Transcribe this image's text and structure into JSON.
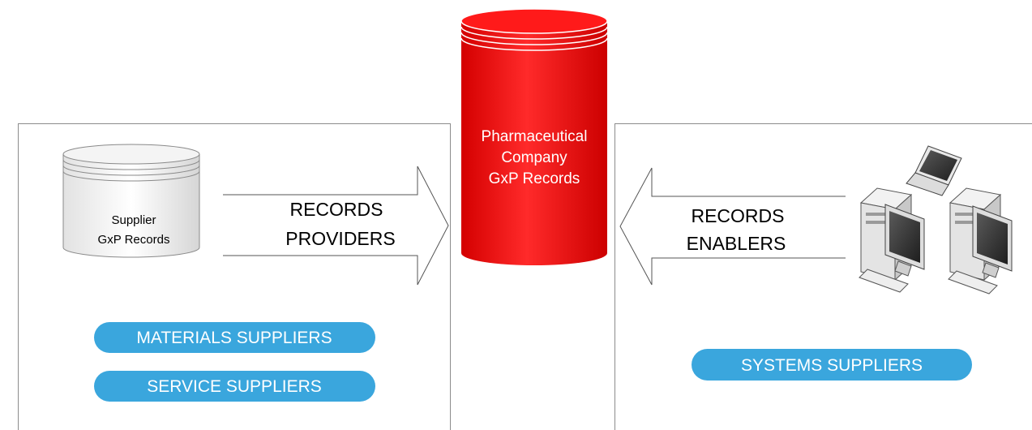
{
  "central_db": {
    "lines": [
      "Pharmaceutical",
      "Company",
      "GxP Records"
    ],
    "color": "#ff0000"
  },
  "supplier_db": {
    "lines": [
      "Supplier",
      "GxP Records"
    ]
  },
  "left_arrow": {
    "lines": [
      "RECORDS",
      "PROVIDERS"
    ]
  },
  "right_arrow": {
    "lines": [
      "RECORDS",
      "ENABLERS"
    ]
  },
  "pills": {
    "materials": "MATERIALS SUPPLIERS",
    "service": "SERVICE SUPPLIERS",
    "systems": "SYSTEMS SUPPLIERS",
    "color": "#3aa6dd"
  },
  "icons": {
    "supplier_db": "database-icon",
    "computers": "computer-network-icon"
  }
}
